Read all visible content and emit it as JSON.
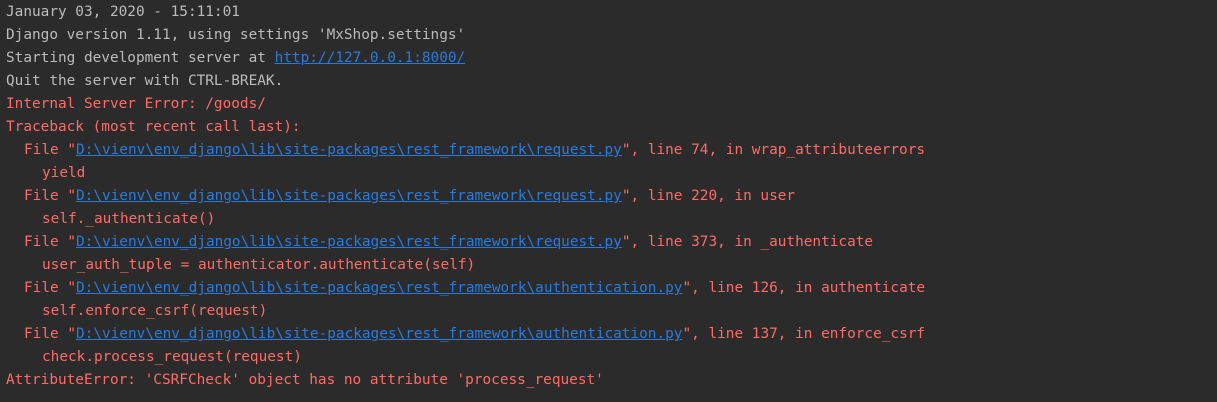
{
  "console": {
    "timestamp": "January 03, 2020 - 15:11:01",
    "django_version": "Django version 1.11, using settings 'MxShop.settings'",
    "server_prefix": "Starting development server at ",
    "server_url": "http://127.0.0.1:8000/",
    "quit_message": "Quit the server with CTRL-BREAK.",
    "error_title": "Internal Server Error: /goods/",
    "traceback_header": "Traceback (most recent call last):",
    "frames": [
      {
        "prefix": "File \"",
        "path": "D:\\vienv\\env_django\\lib\\site-packages\\rest_framework\\request.py",
        "suffix": "\", line 74, in wrap_attributeerrors",
        "code": "yield"
      },
      {
        "prefix": "File \"",
        "path": "D:\\vienv\\env_django\\lib\\site-packages\\rest_framework\\request.py",
        "suffix": "\", line 220, in user",
        "code": "self._authenticate()"
      },
      {
        "prefix": "File \"",
        "path": "D:\\vienv\\env_django\\lib\\site-packages\\rest_framework\\request.py",
        "suffix": "\", line 373, in _authenticate",
        "code": "user_auth_tuple = authenticator.authenticate(self)"
      },
      {
        "prefix": "File \"",
        "path": "D:\\vienv\\env_django\\lib\\site-packages\\rest_framework\\authentication.py",
        "suffix": "\", line 126, in authenticate",
        "code": "self.enforce_csrf(request)"
      },
      {
        "prefix": "File \"",
        "path": "D:\\vienv\\env_django\\lib\\site-packages\\rest_framework\\authentication.py",
        "suffix": "\", line 137, in enforce_csrf",
        "code": "check.process_request(request)"
      }
    ],
    "final_error": "AttributeError: 'CSRFCheck' object has no attribute 'process_request'"
  },
  "colors": {
    "background": "#2b2b2b",
    "normal_text": "#bbbbbb",
    "error_text": "#ff6b68",
    "link": "#287bde"
  }
}
